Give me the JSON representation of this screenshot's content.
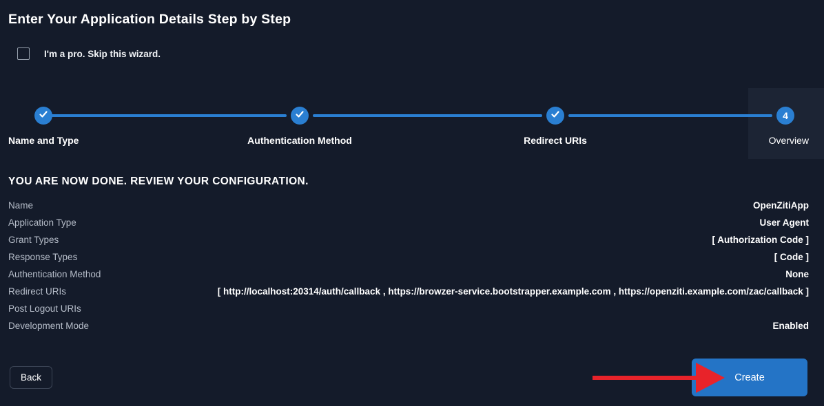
{
  "page": {
    "title": "Enter Your Application Details Step by Step"
  },
  "skip_wizard": {
    "label": "I'm a pro. Skip this wizard.",
    "checked": false
  },
  "stepper": {
    "steps": [
      {
        "label": "Name and Type",
        "state": "done",
        "indicator": "check"
      },
      {
        "label": "Authentication Method",
        "state": "done",
        "indicator": "check"
      },
      {
        "label": "Redirect URIs",
        "state": "done",
        "indicator": "check"
      },
      {
        "label": "Overview",
        "state": "current",
        "indicator": "4"
      }
    ]
  },
  "review": {
    "heading": "YOU ARE NOW DONE. REVIEW YOUR CONFIGURATION.",
    "rows": [
      {
        "label": "Name",
        "value": "OpenZitiApp"
      },
      {
        "label": "Application Type",
        "value": "User Agent"
      },
      {
        "label": "Grant Types",
        "value": "[ Authorization Code ]"
      },
      {
        "label": "Response Types",
        "value": "[ Code ]"
      },
      {
        "label": "Authentication Method",
        "value": "None"
      },
      {
        "label": "Redirect URIs",
        "value": "[ http://localhost:20314/auth/callback , https://browzer-service.bootstrapper.example.com , https://openziti.example.com/zac/callback ]"
      },
      {
        "label": "Post Logout URIs",
        "value": ""
      },
      {
        "label": "Development Mode",
        "value": "Enabled"
      }
    ]
  },
  "actions": {
    "back_label": "Back",
    "create_label": "Create"
  },
  "annotation": {
    "type": "red-arrow",
    "points_to": "create-button",
    "color": "#e8232a"
  },
  "theme": {
    "background": "#141b2a",
    "accent_blue": "#2a7fd2",
    "button_blue": "#2474c6",
    "current_step_highlight": "#1c2434",
    "label_gray": "#b6bdc9"
  }
}
